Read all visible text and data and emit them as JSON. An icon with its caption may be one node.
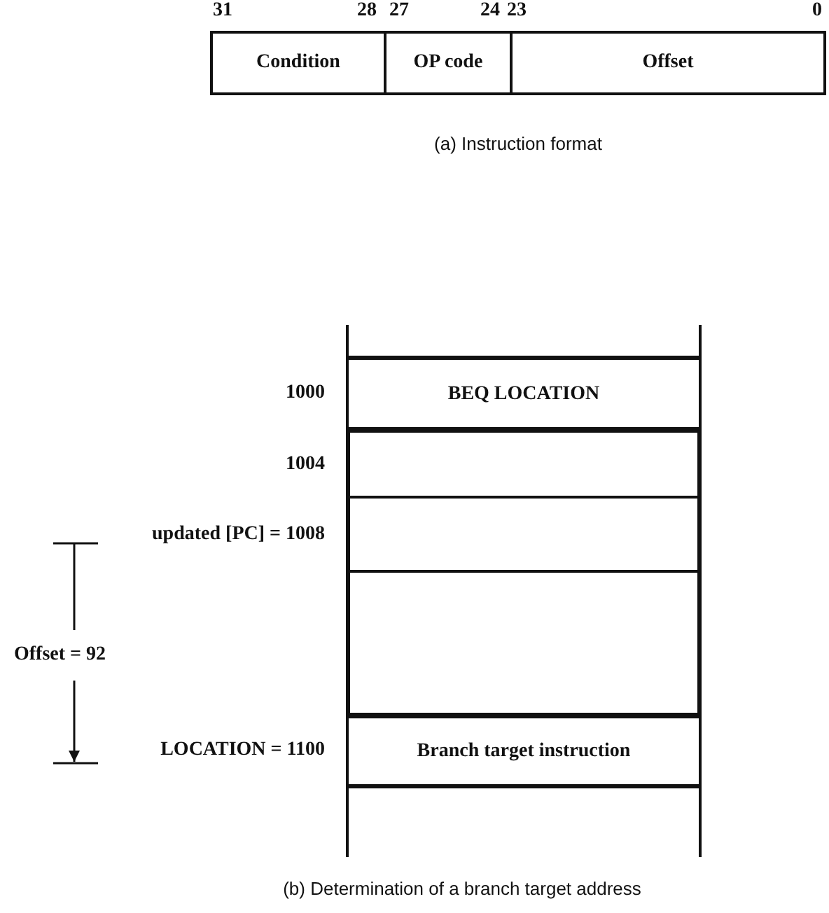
{
  "diagram": {
    "nodes": [
      {
        "text": [
          "Condition"
        ]
      },
      {
        "text": [
          "OP code"
        ]
      },
      {
        "text": [
          "Offset"
        ]
      },
      {
        "text": [
          "BEQ LOCATION"
        ],
        "beside": [
          "1000"
        ]
      },
      {
        "text": [],
        "shape": "box",
        "beside": [
          "1004"
        ]
      },
      {
        "text": [],
        "shape": "box",
        "beside": [
          "updated [PC] = 1008"
        ]
      },
      {
        "text": [],
        "shape": "box"
      },
      {
        "text": [
          "Branch target instruction"
        ],
        "beside": [
          "LOCATION = 1100"
        ]
      }
    ],
    "edges": [],
    "labels": [
      "31",
      "28",
      "27",
      "24",
      "23",
      "0",
      "(a) Instruction format",
      "Offset = 92",
      "(b) Determination of a branch target address"
    ]
  }
}
